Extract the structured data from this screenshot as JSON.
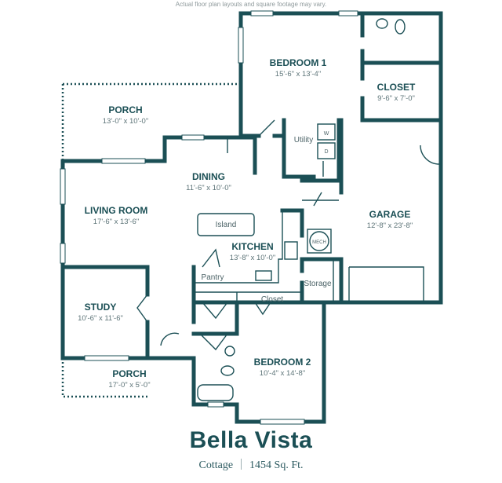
{
  "disclaimer": "Actual floor plan layouts and square footage may vary.",
  "plan": {
    "name": "Bella Vista",
    "type": "Cottage",
    "area": "1454 Sq. Ft."
  },
  "rooms": {
    "bedroom1": {
      "name": "BEDROOM 1",
      "dim": "15'-6\" x 13'-4\""
    },
    "closet": {
      "name": "CLOSET",
      "dim": "9'-6\" x 7'-0\""
    },
    "porch_back": {
      "name": "PORCH",
      "dim": "13'-0\" x 10'-0\""
    },
    "dining": {
      "name": "DINING",
      "dim": "11'-6\" x 10'-0\""
    },
    "living": {
      "name": "LIVING ROOM",
      "dim": "17'-6\" x 13'-6\""
    },
    "kitchen": {
      "name": "KITCHEN",
      "dim": "13'-8\" x 10'-0\""
    },
    "garage": {
      "name": "GARAGE",
      "dim": "12'-8\" x 23'-8\""
    },
    "study": {
      "name": "STUDY",
      "dim": "10'-6\" x 11'-6\""
    },
    "porch_front": {
      "name": "PORCH",
      "dim": "17'-0\" x 5'-0\""
    },
    "bedroom2": {
      "name": "BEDROOM 2",
      "dim": "10'-4\" x 14'-8\""
    }
  },
  "labels": {
    "utility": "Utility",
    "washer": "W",
    "dryer": "D",
    "island": "Island",
    "pantry": "Pantry",
    "storage": "Storage",
    "closet": "Closet",
    "mech": "MECH"
  },
  "colors": {
    "wall": "#1b4f55"
  }
}
